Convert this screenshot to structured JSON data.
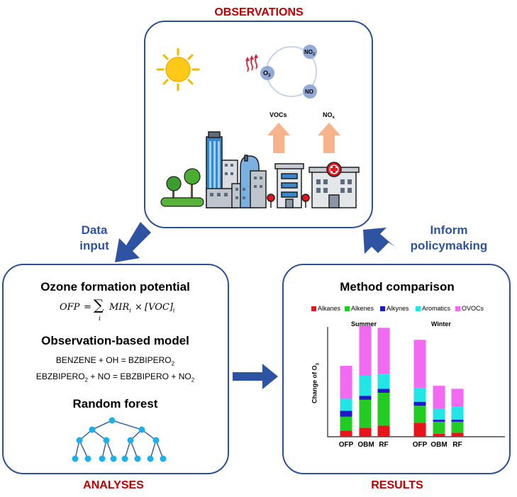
{
  "headers": {
    "observations": "OBSERVATIONS",
    "analyses": "ANALYSES",
    "results": "RESULTS"
  },
  "arrows": {
    "data_input_line1": "Data",
    "data_input_line2": "input",
    "inform_line1": "Inform",
    "inform_line2": "policymaking"
  },
  "observations_panel": {
    "o3": "O",
    "o3_sub": "3",
    "no2": "NO",
    "no2_sub": "2",
    "no": "NO",
    "vocs": "VOCs",
    "nox": "NO",
    "nox_sub": "x"
  },
  "analyses": {
    "ofp_title": "Ozone formation potential",
    "obm_title": "Observation-based model",
    "reaction1": "BENZENE + OH = BZBIPERO",
    "reaction1_sub": "2",
    "reaction2_a": "EBZBIPERO",
    "reaction2_a_sub": "2",
    "reaction2_b": " + NO = EBZBIPERO + NO",
    "reaction2_b_sub": "2",
    "rf_title": "Random forest",
    "formula": {
      "lhs": "OFP",
      "eq": "=",
      "sum": "∑",
      "index": "i",
      "mir": "MIR",
      "mir_sub": "i",
      "times": "×",
      "voc": "[VOC]",
      "voc_sub": "i"
    }
  },
  "colors": {
    "alkanes": "#e8141c",
    "alkenes": "#22cc22",
    "alkynes": "#1a1ac8",
    "aromatics": "#22e6e6",
    "ovocs": "#f26af2"
  },
  "chart_data": {
    "type": "bar",
    "title": "Method comparison",
    "stacked": true,
    "ylabel": "Change of O",
    "ylabel_sub": "3",
    "legend": [
      "Alkanes",
      "Alkenes",
      "Alkynes",
      "Aromatics",
      "OVOCs"
    ],
    "groups": [
      {
        "name": "Summer",
        "categories": [
          "OFP",
          "OBM",
          "RF"
        ]
      },
      {
        "name": "Winter",
        "categories": [
          "OFP",
          "OBM",
          "RF"
        ]
      }
    ],
    "categories": [
      "OFP",
      "OBM",
      "RF",
      "OFP",
      "OBM",
      "RF"
    ],
    "series": [
      {
        "name": "Alkanes",
        "values": [
          6,
          9,
          11,
          14,
          3,
          4
        ]
      },
      {
        "name": "Alkenes",
        "values": [
          14,
          28,
          33,
          17,
          12,
          11
        ]
      },
      {
        "name": "Alkynes",
        "values": [
          6,
          4,
          4,
          4,
          2,
          2
        ]
      },
      {
        "name": "Aromatics",
        "values": [
          12,
          20,
          15,
          14,
          11,
          13
        ]
      },
      {
        "name": "OVOCs",
        "values": [
          33,
          50,
          46,
          48,
          23,
          18
        ]
      }
    ],
    "ylim": [
      0,
      110
    ]
  }
}
